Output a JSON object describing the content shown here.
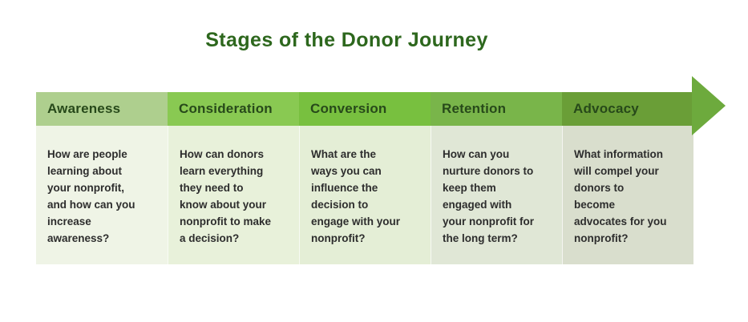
{
  "title": "Stages of the Donor Journey",
  "colors": {
    "background": "#ffffff",
    "title_text": "#2d671d",
    "header_text": "#27491a",
    "body_text": "#2d2d2d",
    "body_cell_divider": "rgba(255,255,255,0.7)"
  },
  "arrow": {
    "name": "right-arrow",
    "color": "#6daa3d"
  },
  "stages": [
    {
      "label": "Awareness",
      "description": "How are people\nlearning about\nyour nonprofit,\nand how can you\nincrease\nawareness?",
      "header_bg": "#aecf8e",
      "body_bg": "#eff4e6"
    },
    {
      "label": "Consideration",
      "description": "How can donors\nlearn everything\nthey need to\nknow about your\nnonprofit to make\na decision?",
      "header_bg": "#89c952",
      "body_bg": "#e8f1da"
    },
    {
      "label": "Conversion",
      "description": "What are the\nways you can\ninfluence the\ndecision to\nengage with your\nnonprofit?",
      "header_bg": "#78c03f",
      "body_bg": "#e4eed6"
    },
    {
      "label": "Retention",
      "description": "How can you\nnurture donors to\nkeep them\nengaged with\nyour nonprofit for\nthe long term?",
      "header_bg": "#79b54a",
      "body_bg": "#e0e7d6"
    },
    {
      "label": "Advocacy",
      "description": "What information\nwill compel your\ndonors to\nbecome\nadvocates for you\nnonprofit?",
      "header_bg": "#6a9e37",
      "body_bg": "#d9decd"
    }
  ]
}
